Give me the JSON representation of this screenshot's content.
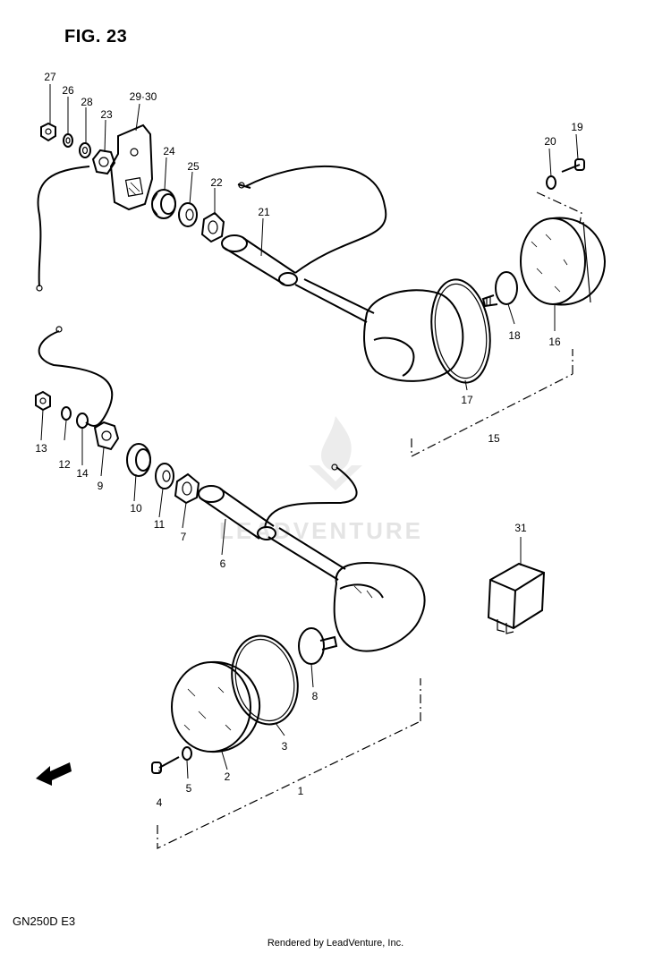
{
  "figure": {
    "title": "FIG. 23",
    "model": "GN250D E3",
    "credit": "Rendered by LeadVenture, Inc.",
    "watermark": "LEADVENTURE"
  },
  "callouts": [
    {
      "id": "c1",
      "text": "1"
    },
    {
      "id": "c2",
      "text": "2"
    },
    {
      "id": "c3",
      "text": "3"
    },
    {
      "id": "c4",
      "text": "4"
    },
    {
      "id": "c5",
      "text": "5"
    },
    {
      "id": "c6",
      "text": "6"
    },
    {
      "id": "c7",
      "text": "7"
    },
    {
      "id": "c8",
      "text": "8"
    },
    {
      "id": "c9",
      "text": "9"
    },
    {
      "id": "c10",
      "text": "10"
    },
    {
      "id": "c11",
      "text": "11"
    },
    {
      "id": "c12",
      "text": "12"
    },
    {
      "id": "c13",
      "text": "13"
    },
    {
      "id": "c14",
      "text": "14"
    },
    {
      "id": "c15",
      "text": "15"
    },
    {
      "id": "c16",
      "text": "16"
    },
    {
      "id": "c17",
      "text": "17"
    },
    {
      "id": "c18",
      "text": "18"
    },
    {
      "id": "c19",
      "text": "19"
    },
    {
      "id": "c20",
      "text": "20"
    },
    {
      "id": "c21",
      "text": "21"
    },
    {
      "id": "c22",
      "text": "22"
    },
    {
      "id": "c23",
      "text": "23"
    },
    {
      "id": "c24",
      "text": "24"
    },
    {
      "id": "c25",
      "text": "25"
    },
    {
      "id": "c26",
      "text": "26"
    },
    {
      "id": "c27",
      "text": "27"
    },
    {
      "id": "c28",
      "text": "28"
    },
    {
      "id": "c29",
      "text": "29·30"
    },
    {
      "id": "c31",
      "text": "31"
    }
  ]
}
